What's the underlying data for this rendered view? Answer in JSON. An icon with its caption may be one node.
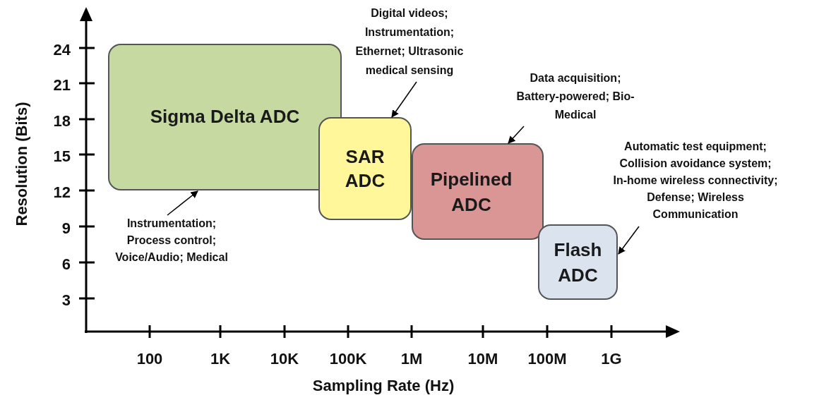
{
  "diagram": {
    "nodes": [
      {
        "text": [
          "Sigma Delta ADC"
        ]
      },
      {
        "text": [
          "SAR ADC"
        ]
      },
      {
        "text": [
          "Pipelined ADC"
        ]
      },
      {
        "text": [
          "Flash ADC"
        ]
      },
      {
        "text": [
          "Instrumentation; Process control; Voice/Audio; Medical"
        ]
      },
      {
        "text": [
          "Digital videos; Instrumentation; Ethernet; Ultrasonic medical sensing"
        ]
      },
      {
        "text": [
          "Data acquisition; Battery-powered; Bio-Medical"
        ]
      },
      {
        "text": [
          "Automatic test equipment; Collision avoidance system; In-home wireless connectivity; Defense; Wireless Communication"
        ]
      }
    ],
    "edges": [
      {
        "from": 4,
        "to": 0,
        "arrow": "to"
      },
      {
        "from": 5,
        "to": 1,
        "arrow": "to"
      },
      {
        "from": 6,
        "to": 2,
        "arrow": "to"
      },
      {
        "from": 7,
        "to": 3,
        "arrow": "to"
      }
    ],
    "labels": [
      "24",
      "21",
      "18",
      "15",
      "12",
      "9",
      "6",
      "3",
      "100",
      "1K",
      "10K",
      "100K",
      "1M",
      "10M",
      "100M",
      "1G",
      "Resolution (Bits)",
      "Sampling Rate (Hz)"
    ]
  }
}
